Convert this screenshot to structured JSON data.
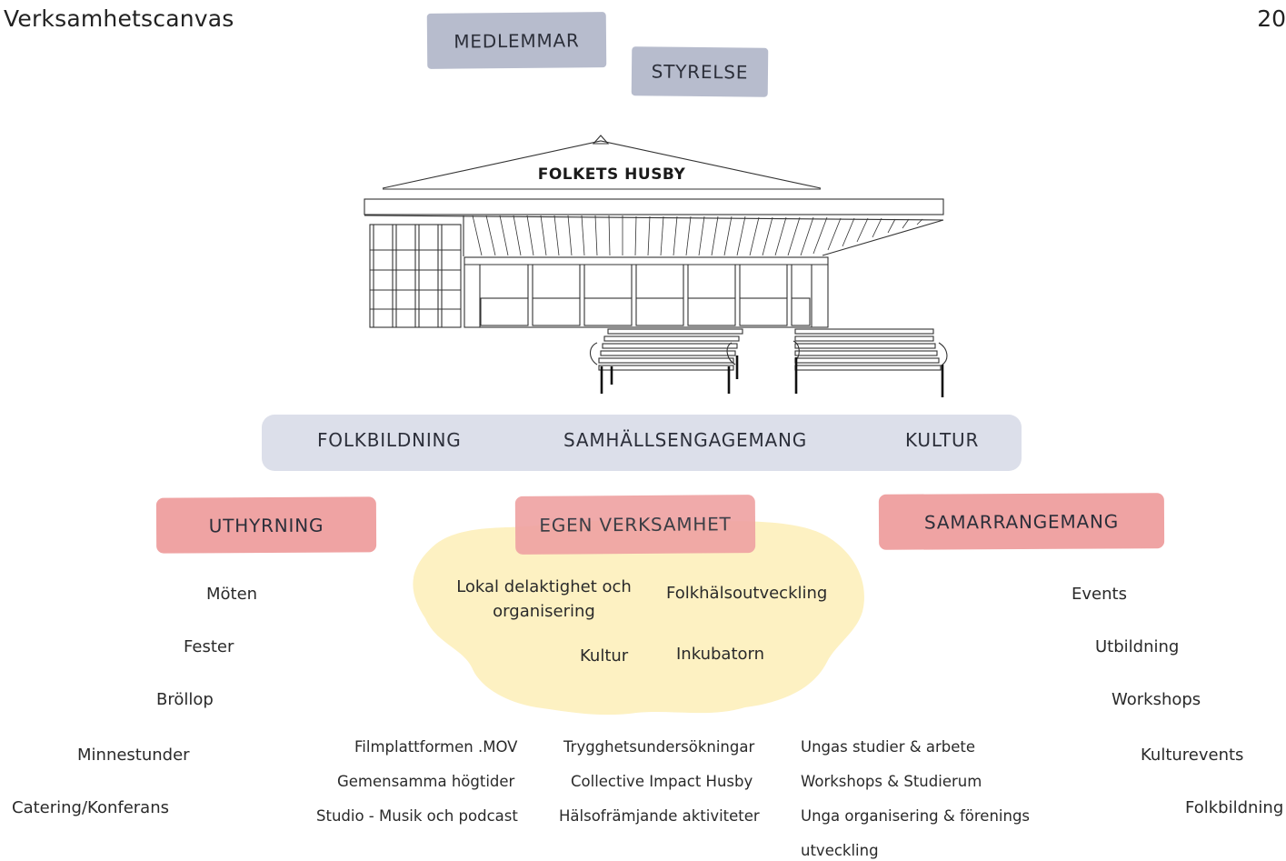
{
  "page": {
    "title": "Verksamhetscanvas",
    "page_number": "20"
  },
  "governance": {
    "members": "MEDLEMMAR",
    "board": "STYRELSE"
  },
  "building": {
    "name": "FOLKETS HUSBY"
  },
  "pillars": [
    "FOLKBILDNING",
    "SAMHÄLLSENGAGEMANG",
    "KULTUR"
  ],
  "categories": {
    "rental": "UTHYRNING",
    "own": "EGEN VERKSAMHET",
    "partnership": "SAMARRANGEMANG"
  },
  "rental_items": [
    "Möten",
    "Fester",
    "Bröllop",
    "Minnestunder",
    "Catering/Konferans"
  ],
  "own_core": [
    "Lokal delaktighet och organisering",
    "Folkhälsoutveckling",
    "Kultur",
    "Inkubatorn"
  ],
  "own_sub": {
    "col1": [
      "Filmplattformen .MOV",
      "Gemensamma högtider",
      "Studio - Musik och podcast"
    ],
    "col2": [
      "Trygghetsundersökningar",
      "Collective Impact Husby",
      "Hälsofrämjande aktiviteter"
    ],
    "col3": [
      "Ungas studier & arbete",
      "Workshops & Studierum",
      "Unga organisering & förenings",
      "utveckling"
    ]
  },
  "partnership_items": [
    "Events",
    "Utbildning",
    "Workshops",
    "Kulturevents",
    "Folkbildning"
  ],
  "colors": {
    "governance_box": "#b7bccd",
    "pillar_band": "#dcdfea",
    "category_box": "#efa3a3",
    "highlight_blob": "#fdf1c2"
  }
}
